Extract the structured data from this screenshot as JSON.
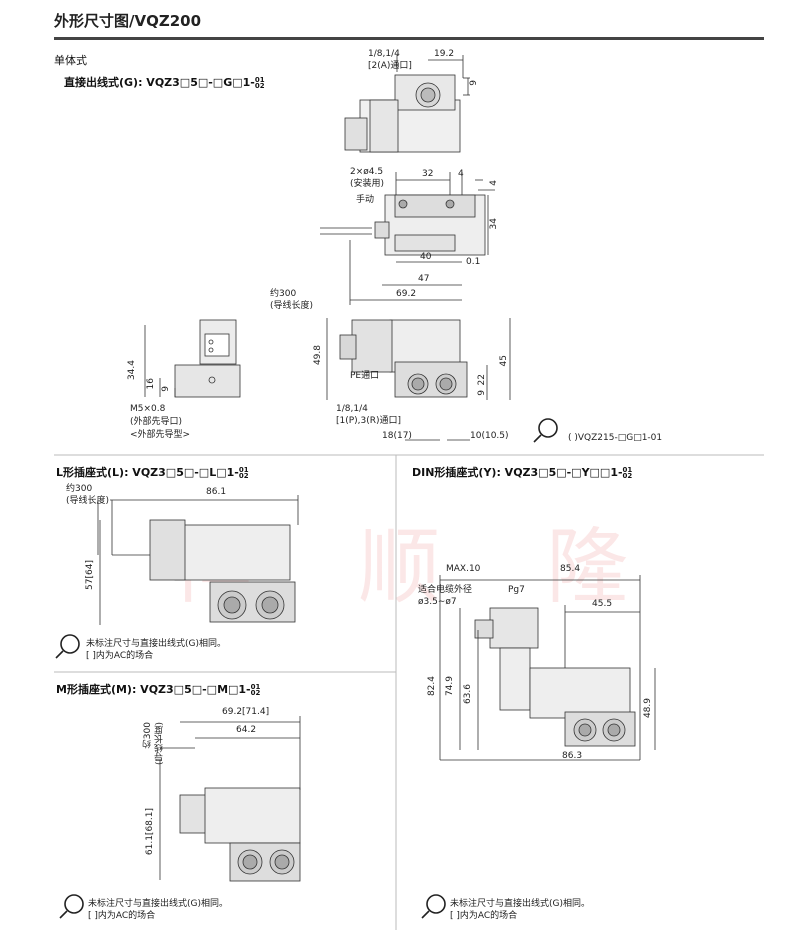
{
  "header": {
    "title": "外形尺寸图/VQZ200"
  },
  "section_main": {
    "label": "单体式",
    "subtitle": "直接出线式(G): VQZ3□5□-□G□1-"
  },
  "section_L": {
    "title": "L形插座式(L): VQZ3□5□-□L□1-"
  },
  "section_Y": {
    "title": "DIN形插座式(Y): VQZ3□5□-□Y□□1-"
  },
  "section_M": {
    "title": "M形插座式(M): VQZ3□5□-□M□1-"
  },
  "suffix": {
    "top": "01",
    "bottom": "02"
  },
  "dims_main": {
    "port_a": "1/8,1/4",
    "port_a_sub": "[2(A)通口]",
    "d19_2": "19.2",
    "d9": "9",
    "mount": "2×ø4.5",
    "mount_sub": "(安装用)",
    "manual": "手动",
    "d32": "32",
    "d4a": "4",
    "d4b": "4",
    "d34": "34",
    "d40": "40",
    "d0_1": "0.1",
    "d47": "47",
    "lead": "约300",
    "lead_sub": "(导线长度)",
    "d69_2": "69.2",
    "d49_8": "49.8",
    "d45": "45",
    "pe": "PE通口",
    "d22": "22",
    "d9b": "9",
    "d34_4": "34.4",
    "d16": "16",
    "d9c": "9",
    "m5": "M5×0.8",
    "m5_sub": "(外部先导口)",
    "m5_sub2": "<外部先导型>",
    "port_p": "1/8,1/4",
    "port_p_sub": "[1(P),3(R)通口]",
    "d18": "18(17)",
    "d10": "10(10.5)",
    "ref": "(  )VQZ215-□G□1-01"
  },
  "dims_L": {
    "lead": "约300",
    "lead_sub": "(导线长度)",
    "d86_1": "86.1",
    "d57": "57[64]"
  },
  "dims_Y": {
    "max10": "MAX.10",
    "d85_4": "85.4",
    "cable": "适合电缆外径",
    "cable_sub": "ø3.5∼ø7",
    "pg7": "Pg7",
    "d45_5": "45.5",
    "d82_4": "82.4",
    "d74_9": "74.9",
    "d63_6": "63.6",
    "d48_9": "48.9",
    "d86_3": "86.3"
  },
  "dims_M": {
    "d69_2": "69.2[71.4]",
    "d64_2": "64.2",
    "lead": "约300",
    "lead_sub": "(导线长度)",
    "d61_1": "61.1[68.1]"
  },
  "notes": {
    "same": "未标注尺寸与直接出线式(G)相同。",
    "ac": "[  ]内为AC的场合"
  },
  "watermark": {
    "text": "祥 顺 隆"
  }
}
